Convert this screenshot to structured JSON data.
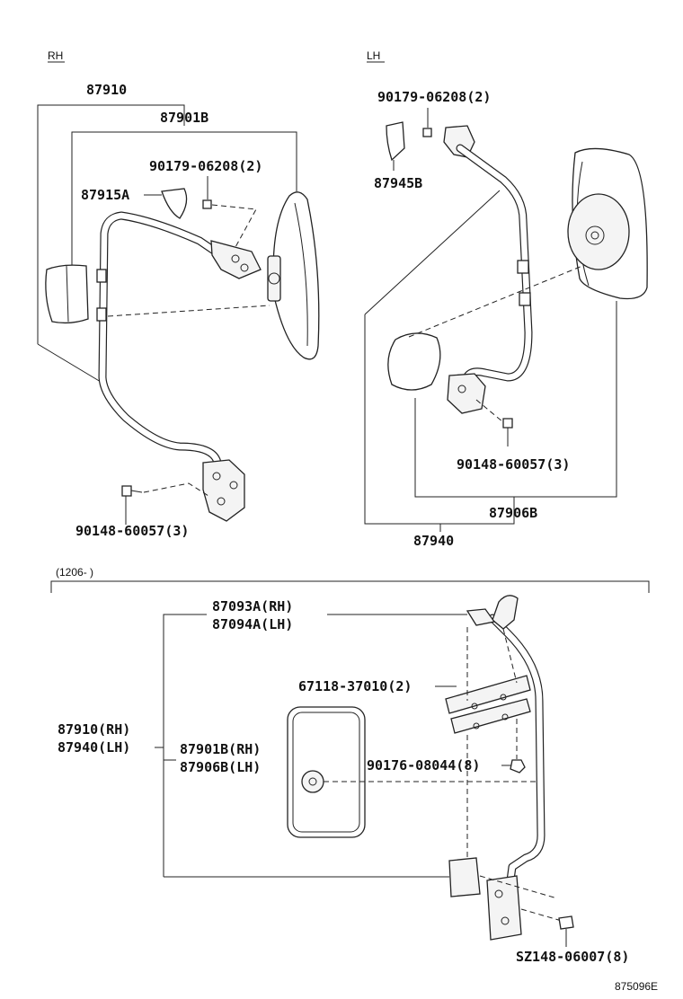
{
  "rh_section": {
    "tag": "RH",
    "labels": {
      "assy_mirror": "87910",
      "mirror_sub": "87901B",
      "clip": "90179-06208(2)",
      "cover": "87915A",
      "bolt": "90148-60057(3)"
    }
  },
  "lh_section": {
    "tag": "LH",
    "labels": {
      "clip": "90179-06208(2)",
      "cover": "87945B",
      "bolt": "90148-60057(3)",
      "mirror_sub": "87906B",
      "assy_mirror": "87940"
    }
  },
  "lower_section": {
    "date_range": "(1206-    )",
    "labels": {
      "stay_rh": "87093A(RH)",
      "stay_lh": "87094A(LH)",
      "bracket": "67118-37010(2)",
      "assy_rh": "87910(RH)",
      "assy_lh": "87940(LH)",
      "mirror_rh": "87901B(RH)",
      "mirror_lh": "87906B(LH)",
      "nut": "90176-08044(8)",
      "bolt": "SZ148-06007(8)"
    }
  },
  "figure_id": "875096E"
}
